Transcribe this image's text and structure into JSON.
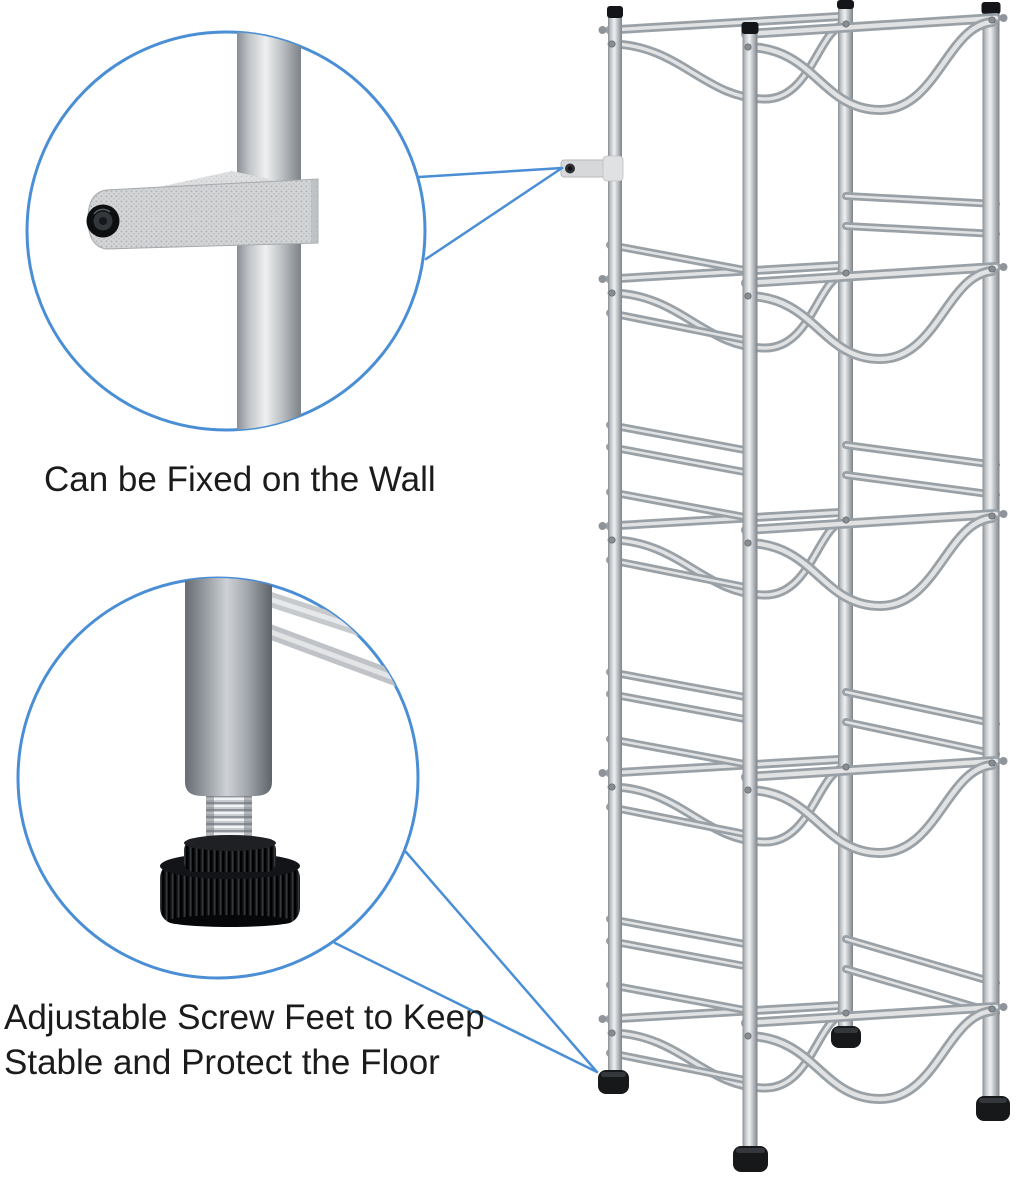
{
  "page": {
    "background_color": "#ffffff"
  },
  "style": {
    "accent_blue": "#4a8ed5",
    "metal_dark": "#9aa1a6",
    "metal_light": "#e0e2e4",
    "foot_black": "#17181a",
    "text_color": "#1b1b1b"
  },
  "callouts": {
    "wall_fix": {
      "caption": "Can be Fixed on the Wall"
    },
    "screw_feet": {
      "caption_line1": "Adjustable Screw Feet to Keep",
      "caption_line2": "Stable and Protect the Floor"
    }
  },
  "product": {
    "rack_tiers": 5,
    "rack_feet": 4,
    "wall_straps": 1
  }
}
